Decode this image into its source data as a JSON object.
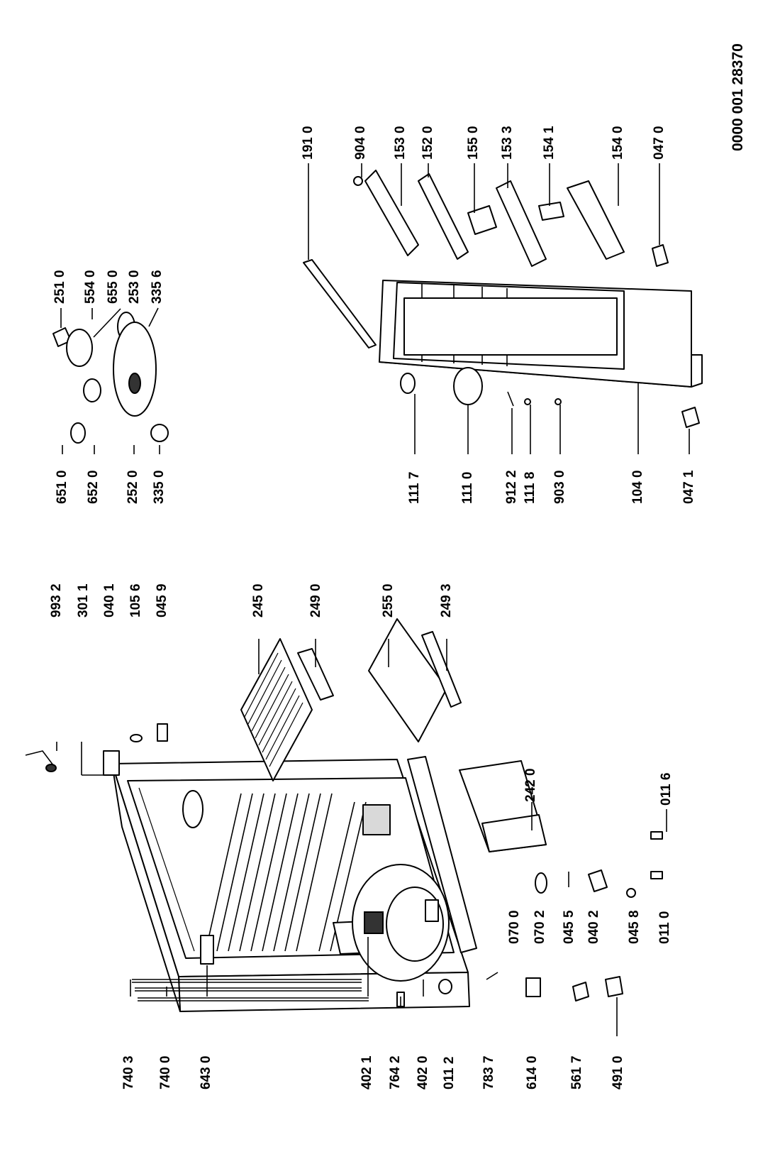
{
  "document_number": "0000 001 28370",
  "labels": {
    "p9932": "993 2",
    "p3011": "301 1",
    "p0401": "040 1",
    "p1056": "105 6",
    "p0459": "045 9",
    "p2450": "245 0",
    "p2490": "249 0",
    "p2550": "255 0",
    "p2493": "249 3",
    "p2420": "242 0",
    "p0116": "011 6",
    "p0700": "070 0",
    "p0702": "070 2",
    "p0455": "045 5",
    "p0402": "040 2",
    "p0458": "045 8",
    "p0110": "011 0",
    "p7403": "740 3",
    "p7400": "740 0",
    "p6430": "643 0",
    "p4021": "402 1",
    "p7642": "764 2",
    "p4020": "402 0",
    "p0112": "011 2",
    "p7837": "783 7",
    "p6140": "614 0",
    "p5617": "561 7",
    "p4910": "491 0",
    "p2510": "251 0",
    "p5540": "554 0",
    "p6550": "655 0",
    "p2530": "253 0",
    "p3356": "335 6",
    "p6510": "651 0",
    "p6520": "652 0",
    "p2520": "252 0",
    "p3350": "335 0",
    "p1910": "191 0",
    "p9040": "904 0",
    "p1530": "153 0",
    "p1520": "152 0",
    "p1550": "155 0",
    "p1533": "153 3",
    "p1541": "154 1",
    "p1540": "154 0",
    "p0470": "047 0",
    "p1117": "111 7",
    "p1110": "111 0",
    "p9122": "912 2",
    "p1118": "111 8",
    "p9030": "903 0",
    "p1040": "104 0",
    "p0471": "047 1"
  }
}
